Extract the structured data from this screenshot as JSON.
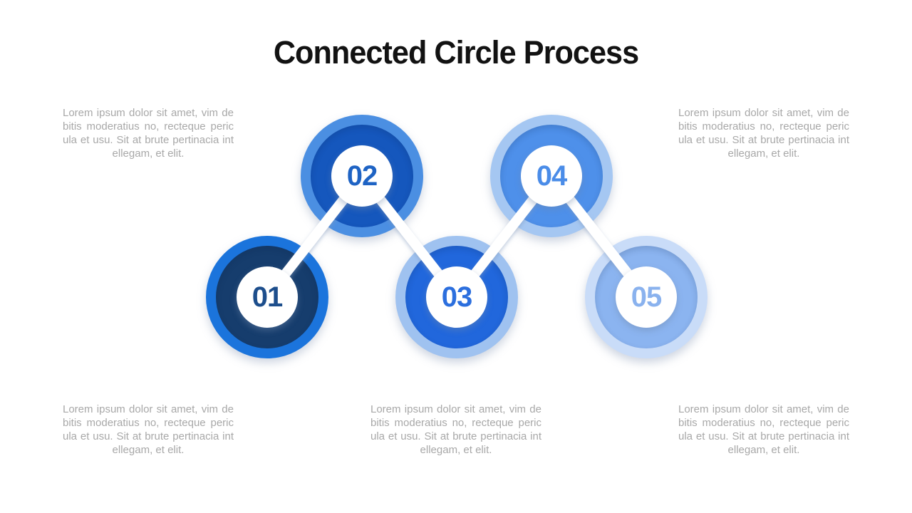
{
  "title": "Connected Circle Process",
  "colors": {
    "background": "#ffffff",
    "title": "#121212",
    "paragraph": "#a8a8a8",
    "connector": "#ffffff"
  },
  "steps": [
    {
      "number": "01",
      "ring_color": "#1b74dc",
      "disc_color": "#163d6d",
      "number_color": "#1d4e8c"
    },
    {
      "number": "02",
      "ring_color": "#4b8fe2",
      "disc_color": "#1557bd",
      "number_color": "#1e63c4"
    },
    {
      "number": "03",
      "ring_color": "#9fc2f0",
      "disc_color": "#2167dc",
      "number_color": "#2c6fde"
    },
    {
      "number": "04",
      "ring_color": "#a5c7f2",
      "disc_color": "#4e90ea",
      "number_color": "#4a8ce8"
    },
    {
      "number": "05",
      "ring_color": "#c9dcf8",
      "disc_color": "#8bb4f0",
      "number_color": "#8ab2ee"
    }
  ],
  "text_blocks": {
    "top_left": {
      "lines": [
        "Lorem ipsum dolor sit amet, vim de",
        "bitis moderatius no, recteque peric",
        "ula et usu. Sit at brute pertinacia int",
        "ellegam, et elit."
      ]
    },
    "top_right": {
      "lines": [
        "Lorem ipsum dolor sit amet, vim de",
        "bitis moderatius no, recteque peric",
        "ula et usu. Sit at brute pertinacia int",
        "ellegam, et elit."
      ]
    },
    "bottom_left": {
      "lines": [
        "Lorem ipsum dolor sit amet, vim de",
        "bitis moderatius no, recteque peric",
        "ula et usu. Sit at brute pertinacia int",
        "ellegam, et elit."
      ]
    },
    "bottom_center": {
      "lines": [
        "Lorem ipsum dolor sit amet, vim de",
        "bitis moderatius no, recteque peric",
        "ula et usu. Sit at brute pertinacia int",
        "ellegam, et elit."
      ]
    },
    "bottom_right": {
      "lines": [
        "Lorem ipsum dolor sit amet, vim de",
        "bitis moderatius no, recteque peric",
        "ula et usu. Sit at brute pertinacia int",
        "ellegam, et elit."
      ]
    }
  }
}
